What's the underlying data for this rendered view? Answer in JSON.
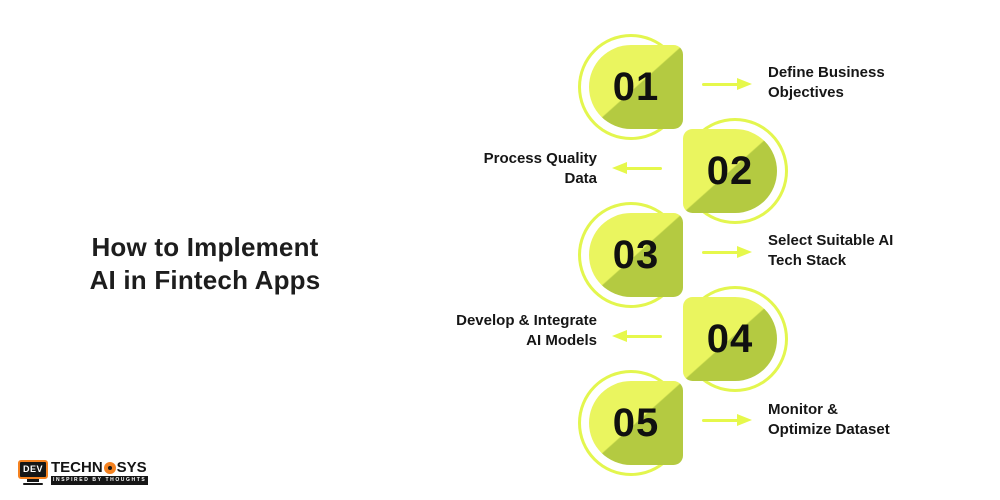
{
  "title": {
    "text": "How to Implement\nAI in Fintech Apps"
  },
  "steps": [
    {
      "number": "01",
      "label": "Define Business\nObjectives",
      "side": "right"
    },
    {
      "number": "02",
      "label": "Process Quality\nData",
      "side": "left"
    },
    {
      "number": "03",
      "label": "Select Suitable AI\nTech Stack",
      "side": "right"
    },
    {
      "number": "04",
      "label": "Develop & Integrate\nAI Models",
      "side": "left"
    },
    {
      "number": "05",
      "label": "Monitor &\nOptimize Dataset",
      "side": "right"
    }
  ],
  "colors": {
    "capsule_bright": "#eaf55f",
    "capsule_dark": "#b4ca41",
    "accent_line": "#e6f84b",
    "text": "#161616",
    "logo_orange": "#f58220"
  },
  "logo": {
    "dev": "DEV",
    "techn": "TECHN",
    "sys": "SYS",
    "tagline": "INSPIRED BY THOUGHTS"
  }
}
